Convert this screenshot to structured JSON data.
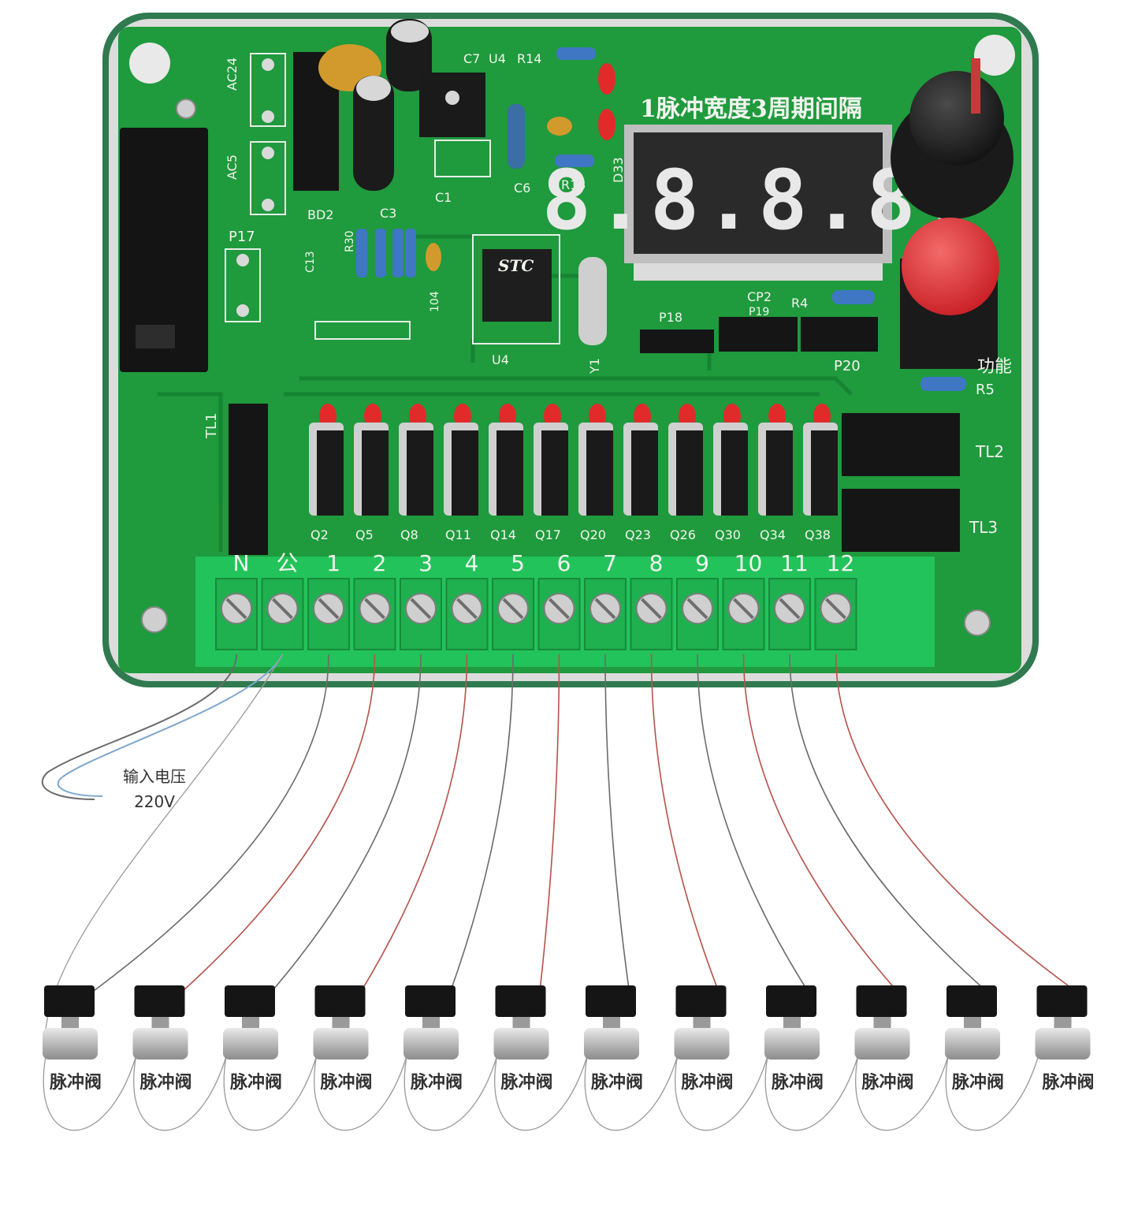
{
  "colors": {
    "board_frame": "#2f7a4f",
    "pcb": "#1f9a3d",
    "pcb_dark": "#168232",
    "terminal_green": "#22c35a",
    "led_red": "#e12b2b",
    "button_red": "#e3343a",
    "display_bg": "#2a2a2a",
    "segment": "#e8e8e8",
    "wire": "#6b6b6b",
    "wire_red": "#b5524a"
  },
  "display": {
    "title": "1脉冲宽度3周期间隔",
    "digits": "8.8.8.8."
  },
  "labels": {
    "ac24": "AC24",
    "ac5": "AC5",
    "p17": "P17",
    "bd2": "BD2",
    "c7": "C7",
    "u4_top": "U4",
    "r14": "R14",
    "d33": "D33",
    "c6": "C6",
    "r13": "R13",
    "c1": "C1",
    "c3": "C3",
    "r30": "R30",
    "c13": "C13",
    "c104": "104",
    "mcu_brand": "STC",
    "u4_bottom": "U4",
    "y1": "Y1",
    "p18": "P18",
    "cp2": "CP2",
    "r4": "R4",
    "p19": "P19",
    "p20": "P20",
    "gong_neng": "功能",
    "r5": "R5",
    "tl1": "TL1",
    "tl2": "TL2",
    "tl3": "TL3"
  },
  "transistors": [
    "Q2",
    "Q5",
    "Q8",
    "Q11",
    "Q14",
    "Q17",
    "Q20",
    "Q23",
    "Q26",
    "Q30",
    "Q34",
    "Q38"
  ],
  "terminals": [
    "N",
    "公",
    "1",
    "2",
    "3",
    "4",
    "5",
    "6",
    "7",
    "8",
    "9",
    "10",
    "11",
    "12"
  ],
  "input_voltage": {
    "line1": "输入电压",
    "line2": "220V"
  },
  "valves": [
    "脉冲阀",
    "脉冲阀",
    "脉冲阀",
    "脉冲阀",
    "脉冲阀",
    "脉冲阀",
    "脉冲阀",
    "脉冲阀",
    "脉冲阀",
    "脉冲阀",
    "脉冲阀",
    "脉冲阀"
  ]
}
